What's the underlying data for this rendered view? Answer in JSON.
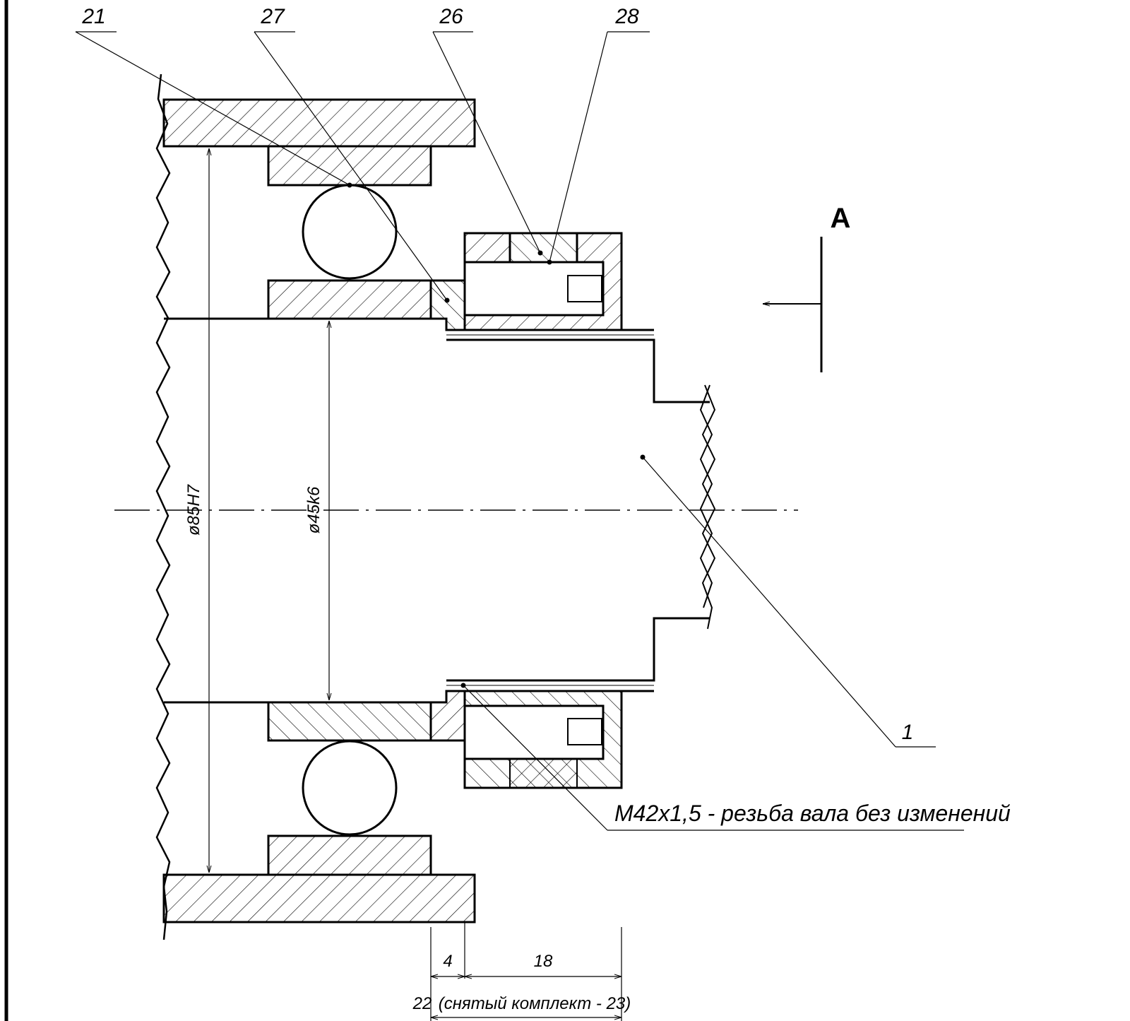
{
  "leaders": {
    "l21": "21",
    "l27": "27",
    "l26": "26",
    "l28": "28",
    "l1": "1"
  },
  "view_label": "A",
  "dimensions": {
    "bore_dia": "ø85H7",
    "shaft_dia": "ø45k6",
    "width_4": "4",
    "width_18": "18",
    "total_22": "22",
    "removed_set_note": "(снятый комплект - 23)"
  },
  "thread_note": "M42x1,5 - резьба вала без изменений",
  "colors": {
    "line": "#000000",
    "paper": "#ffffff"
  }
}
